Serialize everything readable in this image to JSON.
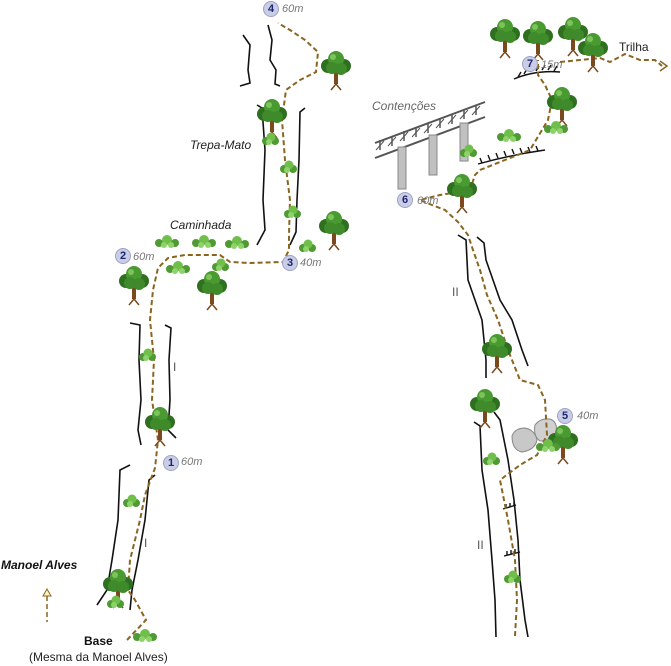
{
  "labels": {
    "caminhada": "Caminhada",
    "trepa_mato": "Trepa-Mato",
    "contencoes": "Contenções",
    "trilha": "Trilha",
    "manoel_alves": "Manoel Alves",
    "base": "Base",
    "base_note": "(Mesma da Manoel Alves)"
  },
  "belays": [
    {
      "number": "1",
      "dist": "60m"
    },
    {
      "number": "2",
      "dist": "60m"
    },
    {
      "number": "3",
      "dist": "40m"
    },
    {
      "number": "4",
      "dist": "60m"
    },
    {
      "number": "5",
      "dist": "40m"
    },
    {
      "number": "6",
      "dist": "60m"
    },
    {
      "number": "7",
      "dist": "15m"
    }
  ],
  "grades": [
    "I",
    "I",
    "II",
    "II"
  ],
  "colors": {
    "route": "#8b6520",
    "rock_line": "#111111",
    "tree_canopy": "#3f8a2a",
    "tree_trunk": "#7a4a1e",
    "bush": "#6fbf4a",
    "boulder": "#c8c8c8",
    "badge": "#c9cde6",
    "badge_text": "#1d2670"
  }
}
